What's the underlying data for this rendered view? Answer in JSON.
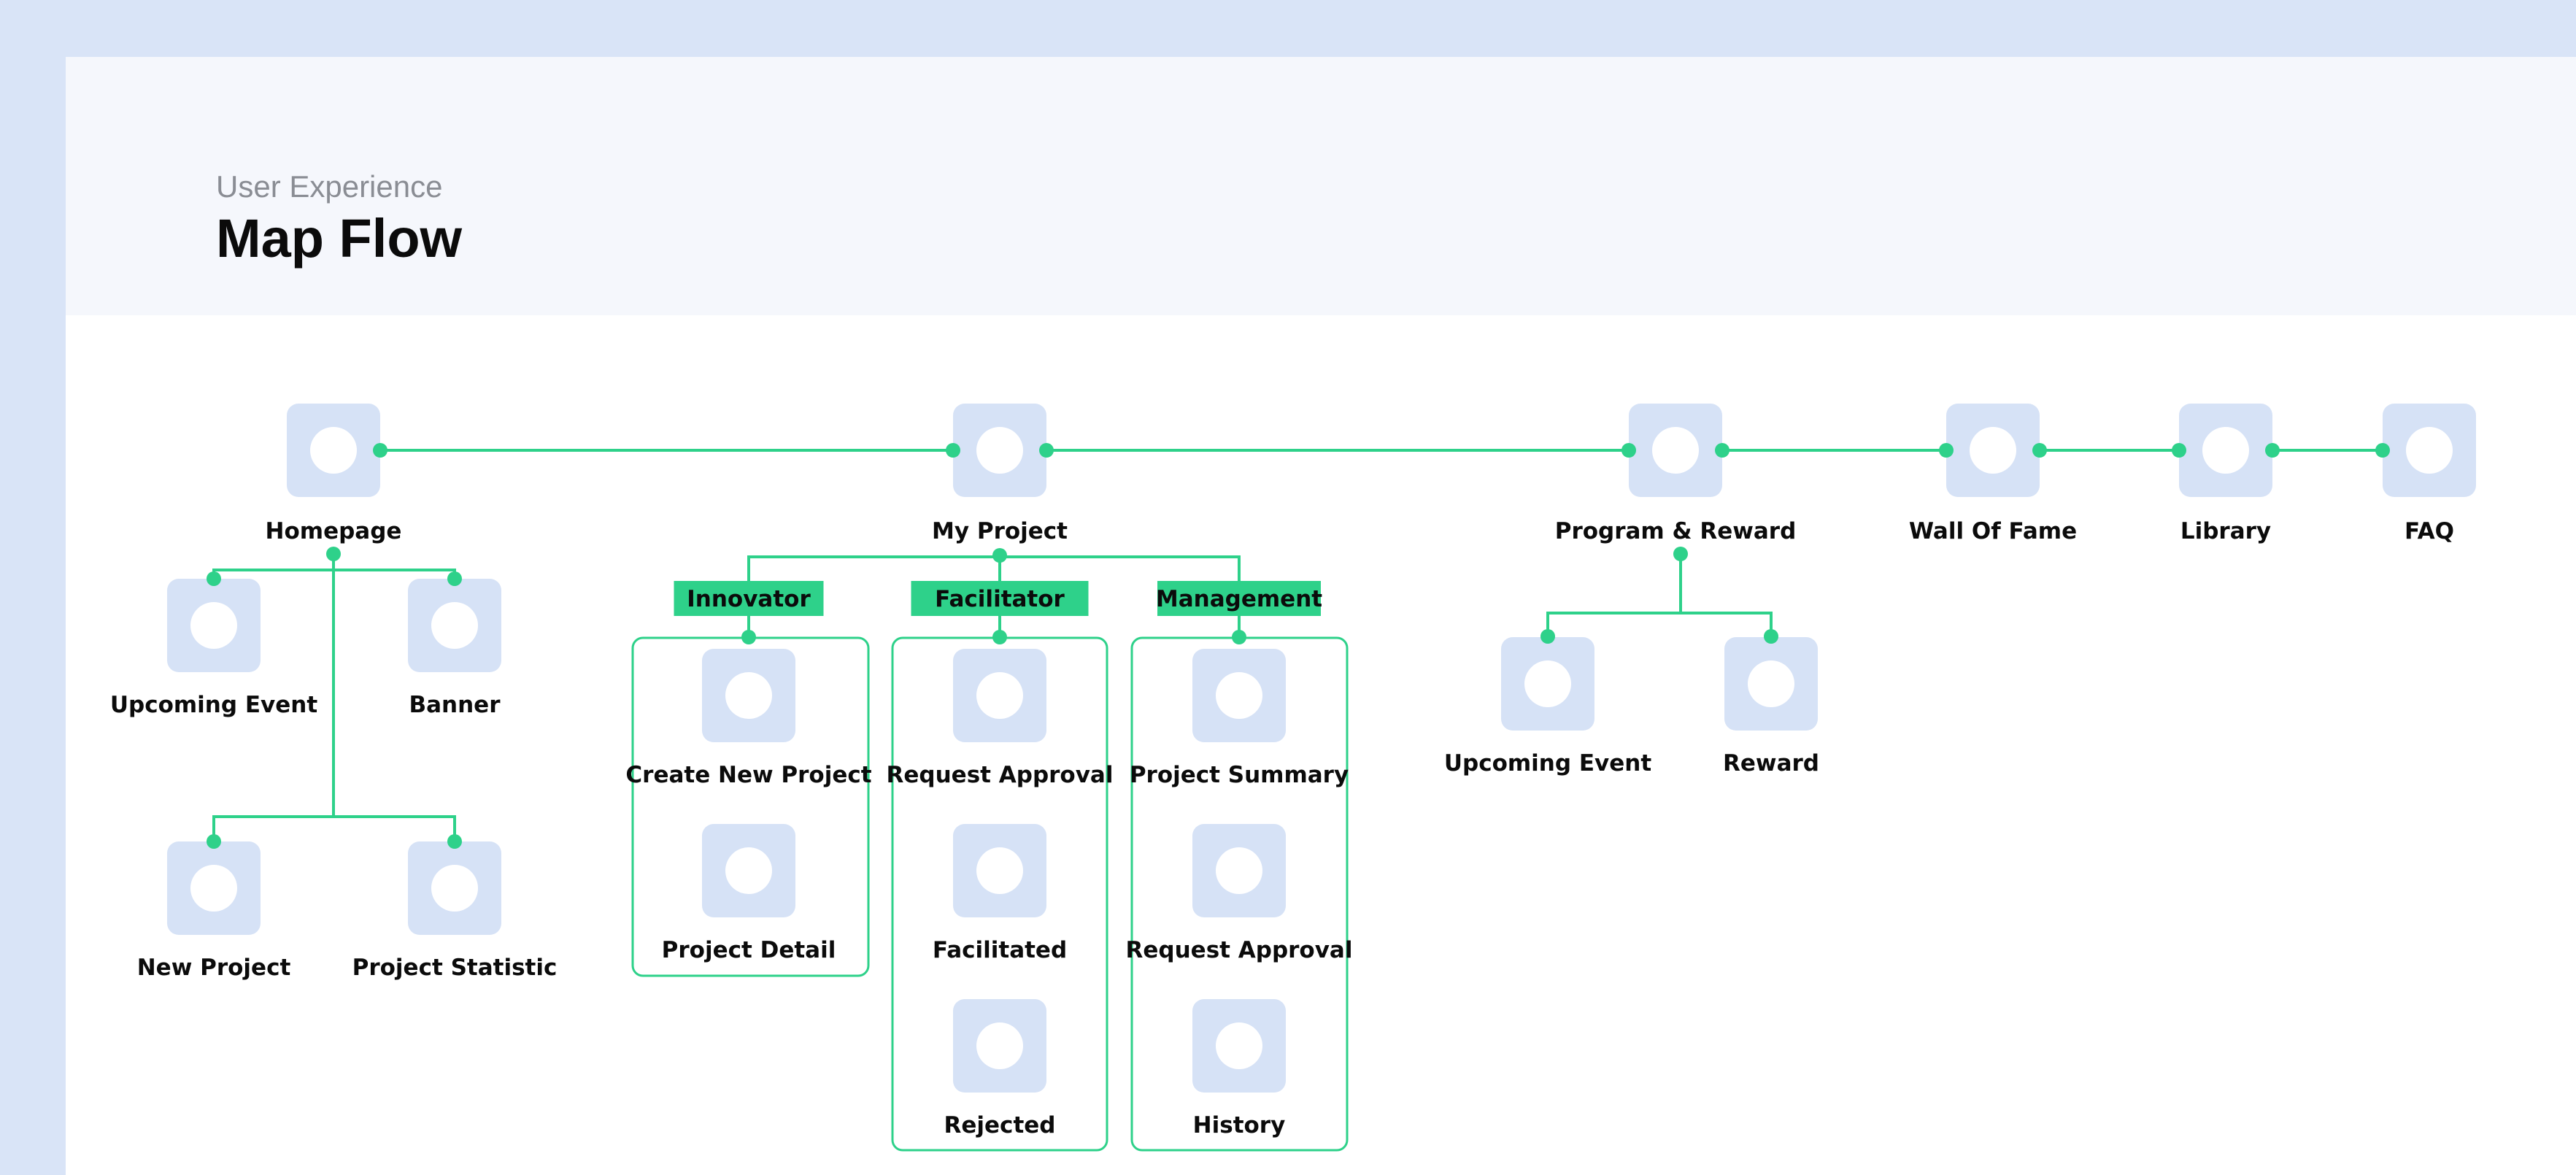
{
  "header": {
    "subtitle": "User Experience",
    "title": "Map Flow"
  },
  "colors": {
    "accent": "#2ed18a",
    "node": "#d6e2f6",
    "page_bg": "#d9e4f7",
    "header_bg": "#f5f7fc"
  },
  "top_nav": [
    "Homepage",
    "My Project",
    "Program & Reward",
    "Wall Of Fame",
    "Library",
    "FAQ"
  ],
  "homepage_children": [
    "Upcoming Event",
    "Banner",
    "New Project",
    "Project Statistic"
  ],
  "my_project_groups": [
    {
      "tag": "Innovator",
      "items": [
        "Create New Project",
        "Project Detail"
      ]
    },
    {
      "tag": "Facilitator",
      "items": [
        "Request Approval",
        "Facilitated",
        "Rejected"
      ]
    },
    {
      "tag": "Management",
      "items": [
        "Project Summary",
        "Request Approval",
        "History"
      ]
    }
  ],
  "program_reward_children": [
    "Upcoming Event",
    "Reward"
  ]
}
